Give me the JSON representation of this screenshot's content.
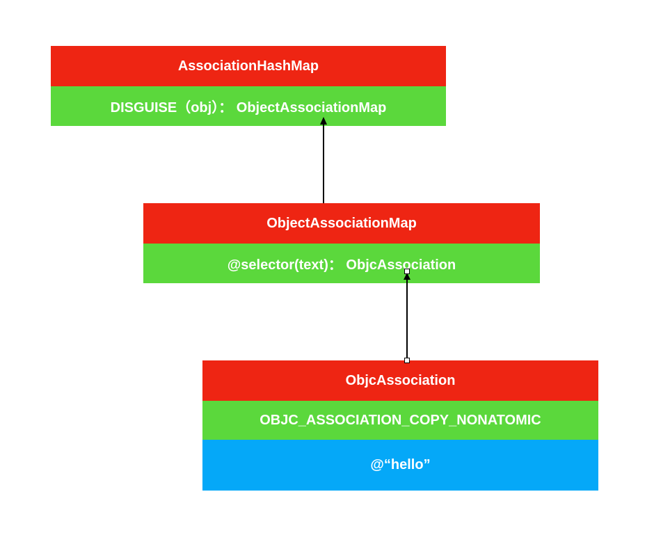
{
  "association_hash_map": {
    "title": "AssociationHashMap",
    "entry": "DISGUISE（obj）： ObjectAssociationMap"
  },
  "object_association_map": {
    "title": "ObjectAssociationMap",
    "entry": "@selector(text)： ObjcAssociation"
  },
  "objc_association": {
    "title": "ObjcAssociation",
    "policy": "OBJC_ASSOCIATION_COPY_NONATOMIC",
    "value": "@“hello”"
  },
  "colors": {
    "header": "#ee2513",
    "entry": "#5bd83c",
    "value": "#05a8f8",
    "connector": "#000000"
  }
}
